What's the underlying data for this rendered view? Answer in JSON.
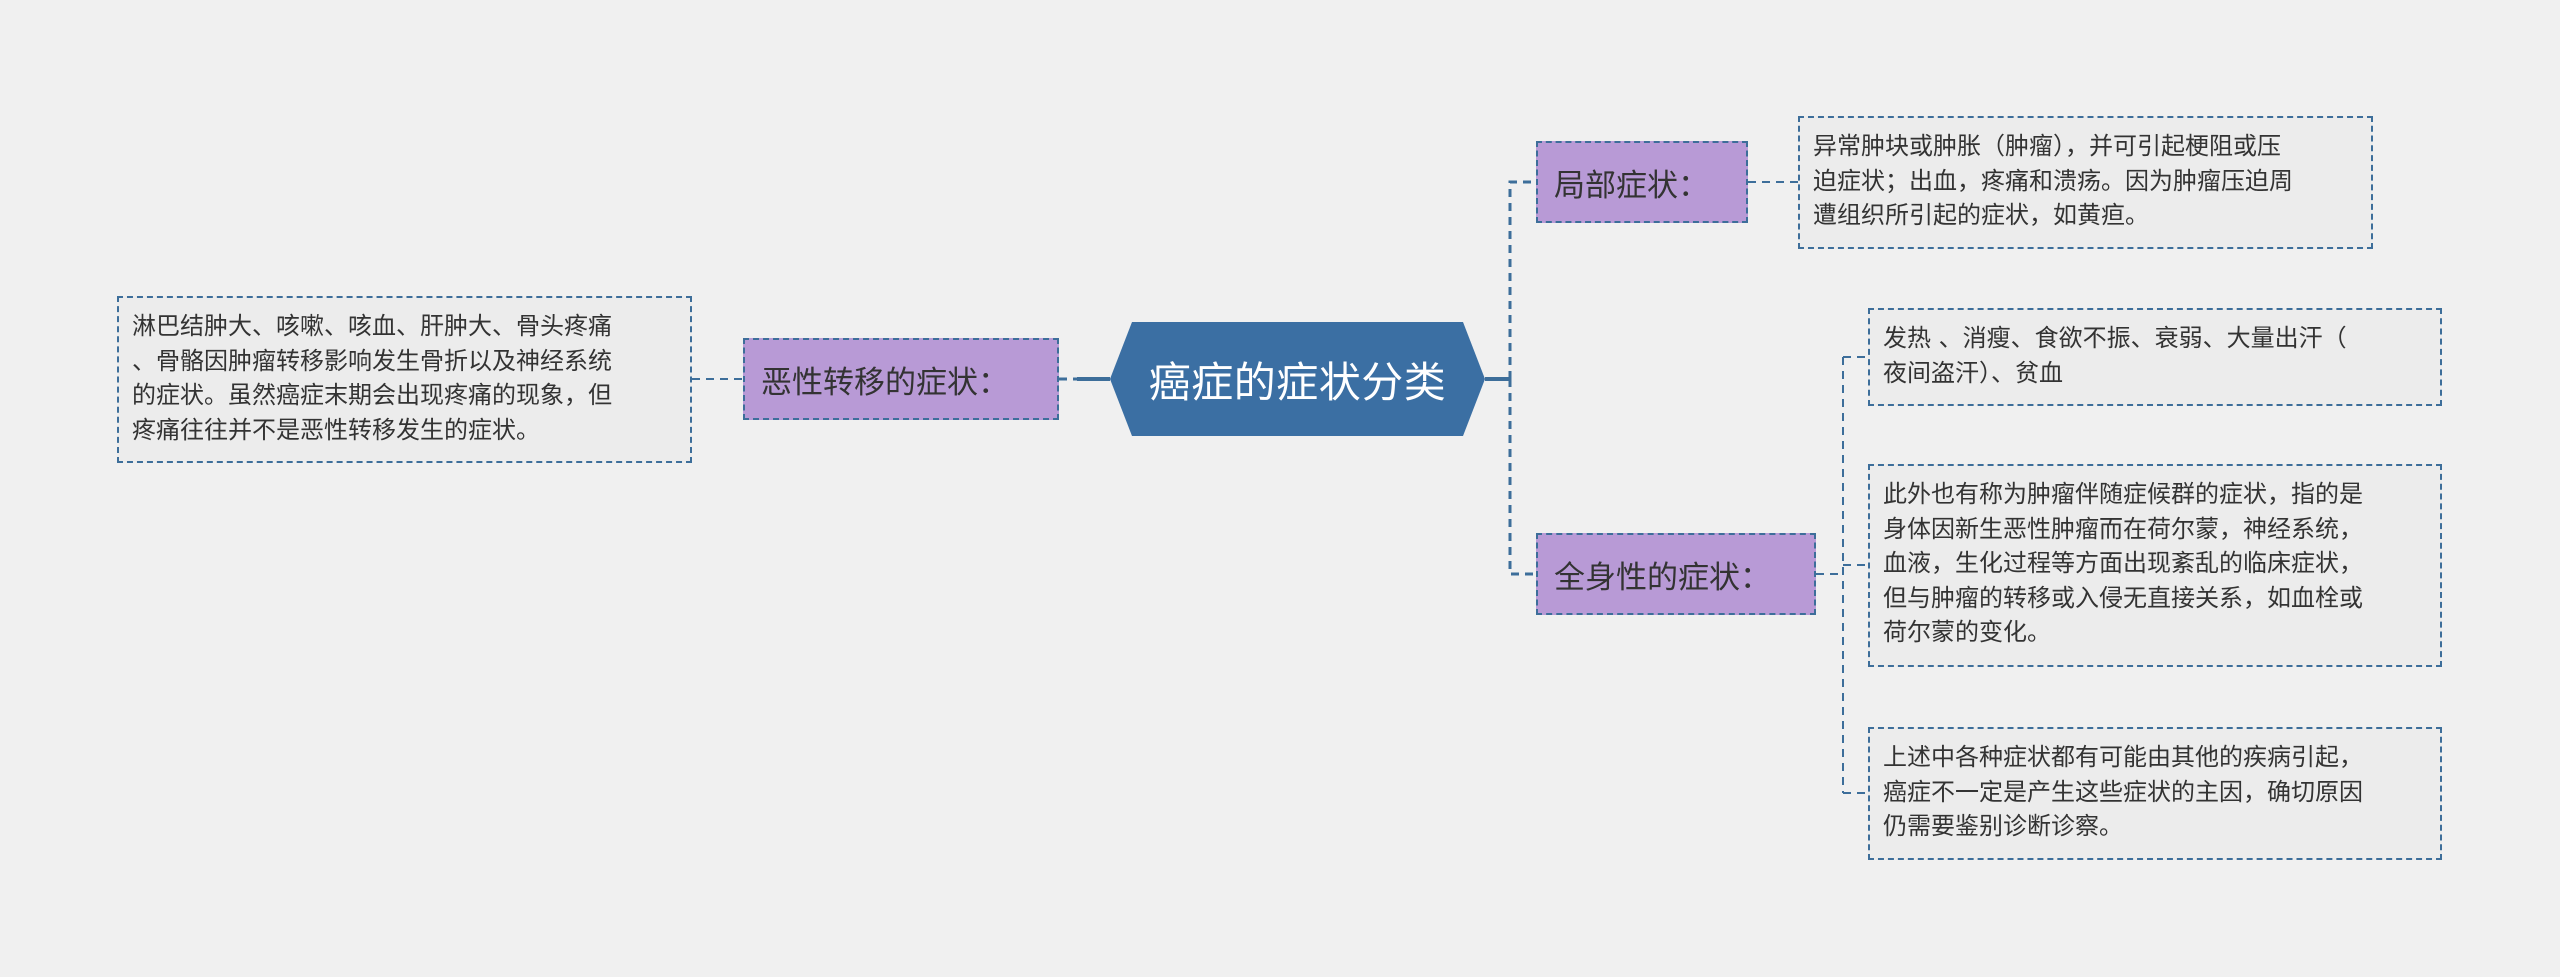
{
  "root": {
    "label": "癌症的症状分类"
  },
  "branches": {
    "metastasis": {
      "label": "恶性转移的症状：",
      "text": "淋巴结肿大、咳嗽、咳血、肝肿大、骨头疼痛\n、骨骼因肿瘤转移影响发生骨折以及神经系统\n的症状。虽然癌症末期会出现疼痛的现象，但\n疼痛往往并不是恶性转移发生的症状。"
    },
    "local": {
      "label": "局部症状：",
      "text": "异常肿块或肿胀（肿瘤），并可引起梗阻或压\n迫症状；出血，疼痛和溃疡。因为肿瘤压迫周\n遭组织所引起的症状，如黄疸。"
    },
    "systemic": {
      "label": "全身性的症状：",
      "items": [
        "发热 、消瘦、食欲不振、衰弱、大量出汗（\n夜间盗汗）、贫血",
        "此外也有称为肿瘤伴随症候群的症状，指的是\n身体因新生恶性肿瘤而在荷尔蒙，神经系统，\n血液，生化过程等方面出现紊乱的临床症状，\n但与肿瘤的转移或入侵无直接关系，如血栓或\n荷尔蒙的变化。",
        "上述中各种症状都有可能由其他的疾病引起，\n癌症不一定是产生这些症状的主因，确切原因\n仍需要鉴别诊断诊察。"
      ]
    }
  },
  "colors": {
    "background": "#f0f0f0",
    "root_fill": "#3b6fa3",
    "branch_fill": "#b89ad6",
    "leaf_fill": "#ececec",
    "connector": "#3d6e9a"
  }
}
